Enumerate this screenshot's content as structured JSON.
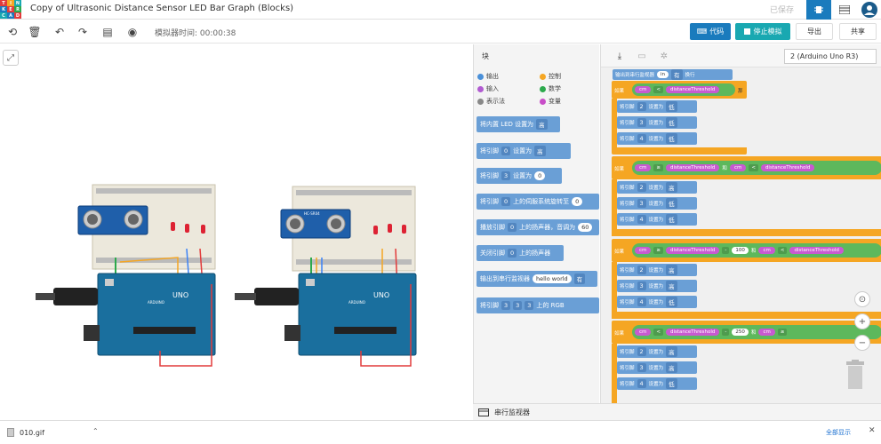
{
  "header": {
    "logo_letters": [
      "T",
      "I",
      "N",
      "K",
      "E",
      "R",
      "C",
      "A",
      "D"
    ],
    "title": "Copy of Ultrasonic Distance Sensor LED Bar Graph (Blocks)",
    "saved": "已保存"
  },
  "toolbar": {
    "timer": "模拟器时间: 00:00:38",
    "code_btn": "代码",
    "stop_btn": "停止模拟",
    "export_btn": "导出",
    "share_btn": "共享"
  },
  "boards": {
    "logo": "UNO",
    "brand": "ARDUINO",
    "sensor_label": "HC-SR04"
  },
  "blocks": {
    "panel_title": "块",
    "categories": [
      {
        "label": "输出",
        "color": "#4a90d9"
      },
      {
        "label": "控制",
        "color": "#f5a623"
      },
      {
        "label": "输入",
        "color": "#b15bd1"
      },
      {
        "label": "数学",
        "color": "#2ca94c"
      },
      {
        "label": "表示法",
        "color": "#888888"
      },
      {
        "label": "变量",
        "color": "#c84dc8"
      }
    ],
    "b1": {
      "a": "将内置 LED 设置为",
      "v": "高"
    },
    "b2": {
      "a": "将引脚",
      "p": "0",
      "b": "设置为",
      "v": "高"
    },
    "b3": {
      "a": "将引脚",
      "p": "3",
      "b": "设置为",
      "v": "0"
    },
    "b4": {
      "a": "将引脚",
      "p": "0",
      "b": "上的伺服系统旋转至",
      "v": "0"
    },
    "b5": {
      "a": "播放引脚",
      "p": "0",
      "b": "上的扬声器，音调为",
      "v": "60"
    },
    "b6": {
      "a": "关闭引脚",
      "p": "0",
      "b": "上的扬声器"
    },
    "b7": {
      "a": "输出到串行监视器",
      "v": "hello world",
      "b": "有"
    },
    "b8": {
      "a": "将引脚",
      "p": "3",
      "p2": "3",
      "p3": "3",
      "b": "上的 RGB"
    }
  },
  "workspace": {
    "board_select": "2 (Arduino Uno R3)",
    "top": {
      "a": "输出到串行监视器",
      "v": "in",
      "b": "有",
      "c": "换行"
    },
    "if_label": "如果",
    "and_label": "和",
    "then_label": "那",
    "lt": "<",
    "gte": "≥",
    "var_cm": "cm",
    "var_dt": "distanceThreshold",
    "minus": "-",
    "set_pin": "将引脚",
    "set_to": "设置为",
    "high": "高",
    "low": "低",
    "pins": [
      "2",
      "3",
      "4"
    ],
    "v100": "100",
    "v250": "250"
  },
  "serial": {
    "label": "串行监视器"
  },
  "downloads": {
    "file": "010.gif",
    "show_all": "全部显示"
  }
}
